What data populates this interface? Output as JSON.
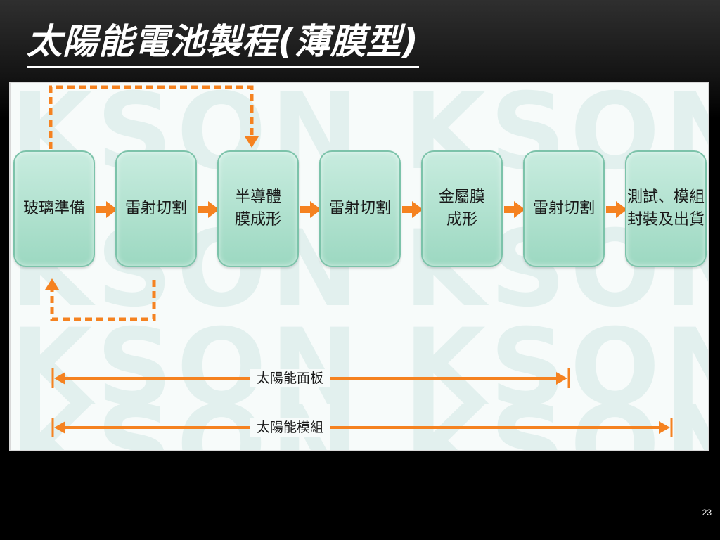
{
  "slide": {
    "title": "太陽能電池製程(薄膜型)",
    "page_number": "23",
    "watermark": "KSON KSON KSON KS"
  },
  "steps": [
    {
      "label": "玻璃準備"
    },
    {
      "label": "雷射切割"
    },
    {
      "label": "半導體\n膜成形"
    },
    {
      "label": "雷射切割"
    },
    {
      "label": "金屬膜\n成形"
    },
    {
      "label": "雷射切割"
    },
    {
      "label": "測試、模組\n封裝及出貨"
    }
  ],
  "ranges": {
    "panel": "太陽能面板",
    "module": "太陽能模組"
  },
  "colors": {
    "box_fill": "#a8ddc8",
    "box_border": "#7cc3aa",
    "arrow": "#f58220",
    "watermark": "#e2f0ee"
  }
}
